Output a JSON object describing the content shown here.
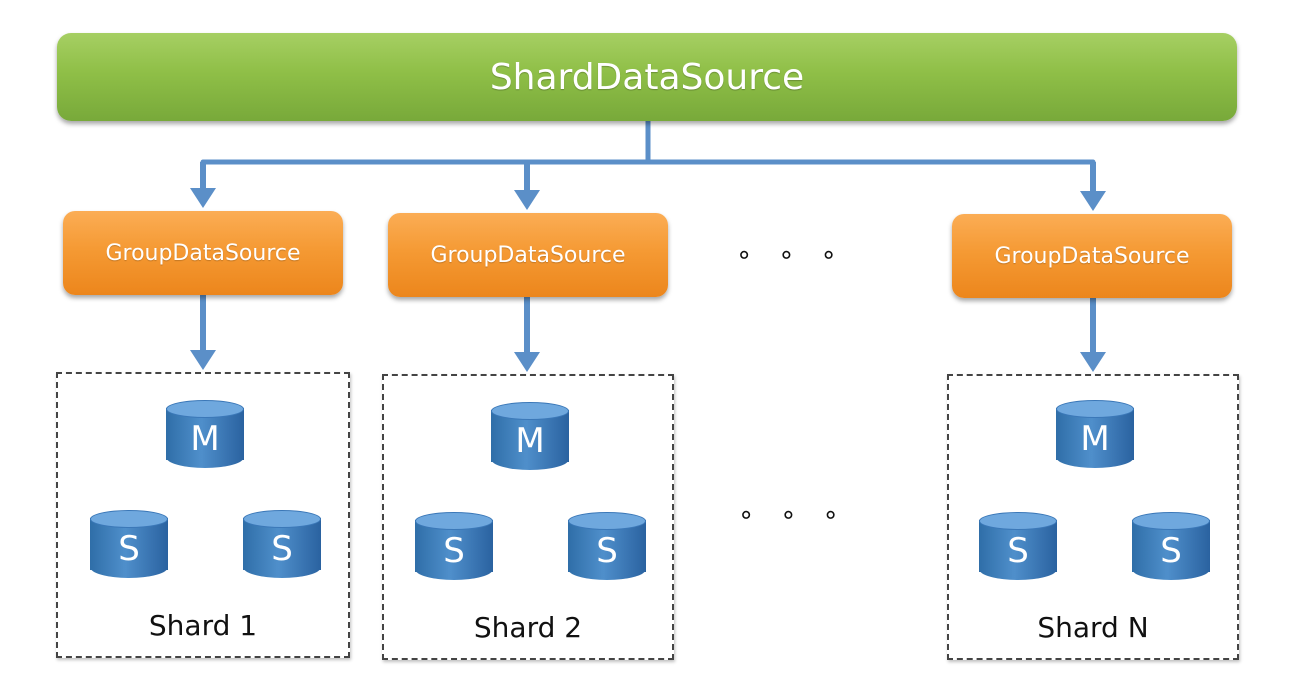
{
  "colors": {
    "top_bar": "#8fbf47",
    "group_box": "#f59a34",
    "arrow": "#5b8fc8",
    "database": "#3c7cbd",
    "shard_border": "#444444"
  },
  "top": {
    "label": "ShardDataSource"
  },
  "groups": [
    {
      "label": "GroupDataSource"
    },
    {
      "label": "GroupDataSource"
    },
    {
      "label": "GroupDataSource"
    }
  ],
  "shards": [
    {
      "label": "Shard 1",
      "master": "M",
      "slaves": [
        "S",
        "S"
      ]
    },
    {
      "label": "Shard 2",
      "master": "M",
      "slaves": [
        "S",
        "S"
      ]
    },
    {
      "label": "Shard N",
      "master": "M",
      "slaves": [
        "S",
        "S"
      ]
    }
  ],
  "ellipsis": {
    "top": "∘∘∘",
    "middle": "∘∘∘"
  },
  "icons": {
    "database": "database-cylinder-icon",
    "arrow": "arrow-down-icon"
  }
}
